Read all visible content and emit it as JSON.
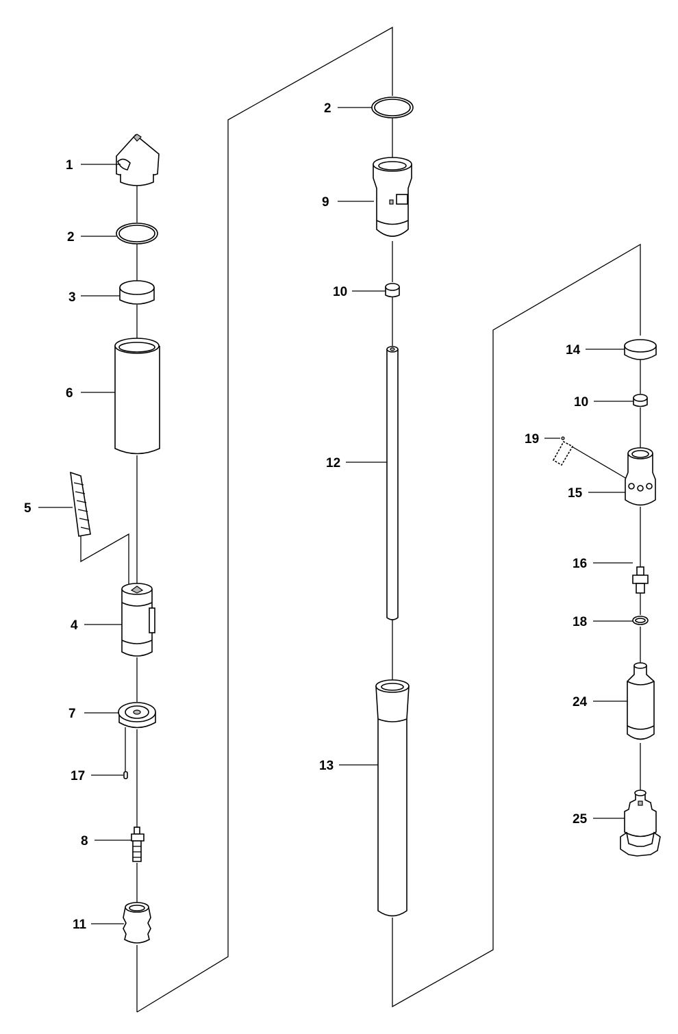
{
  "labels": {
    "p1": "1",
    "p2a": "2",
    "p3": "3",
    "p6": "6",
    "p5": "5",
    "p4": "4",
    "p7": "7",
    "p17": "17",
    "p8": "8",
    "p11": "11",
    "p2b": "2",
    "p9": "9",
    "p10a": "10",
    "p12": "12",
    "p13": "13",
    "p14": "14",
    "p10b": "10",
    "p19": "19",
    "p15": "15",
    "p16": "16",
    "p18": "18",
    "p24": "24",
    "p25": "25"
  }
}
